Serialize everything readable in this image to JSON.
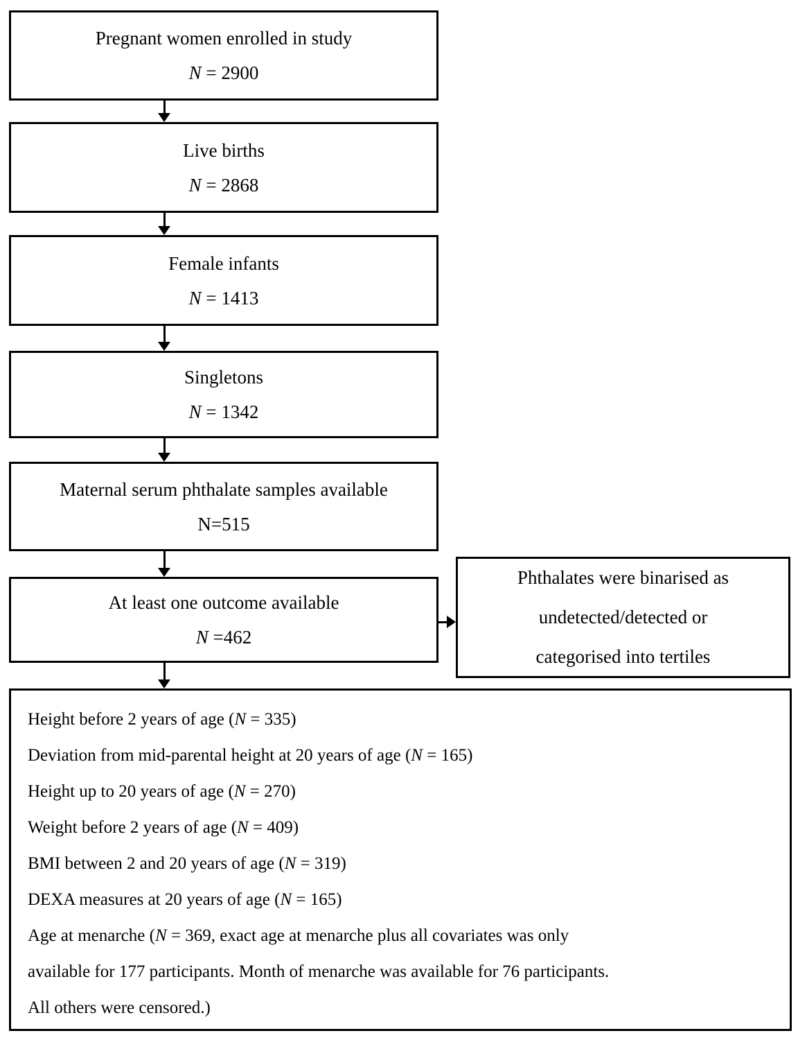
{
  "page": {
    "background_color": "#ffffff",
    "ink_color": "#000000",
    "diagram_type": "study-flow-diagram"
  },
  "flow_boxes": [
    {
      "label": "Pregnant women enrolled in study",
      "n_label": "N",
      "n_rest": " = 2900",
      "n_class": "n-italic"
    },
    {
      "label": "Live births",
      "n_label": "N",
      "n_rest": " = 2868",
      "n_class": "n-italic"
    },
    {
      "label": "Female infants",
      "n_label": "N",
      "n_rest": " = 1413",
      "n_class": "n-italic"
    },
    {
      "label": "Singletons",
      "n_label": "N",
      "n_rest": " = 1342",
      "n_class": "n-italic"
    },
    {
      "label": "Maternal serum phthalate samples available",
      "n_label": "N",
      "n_rest": "=515",
      "n_class": "n-upright"
    },
    {
      "label": "At least one outcome available",
      "n_label": "N",
      "n_rest": " =462",
      "n_class": "n-italic"
    }
  ],
  "side_box": {
    "lines": [
      "Phthalates were binarised as",
      "undetected/detected or",
      "categorised into tertiles"
    ]
  },
  "outcomes_box": {
    "lines": [
      {
        "pre": "Height before 2 years of age (",
        "n": "N",
        "post": " = 335)"
      },
      {
        "pre": "Deviation from mid-parental height at 20 years of age (",
        "n": "N",
        "post": " = 165)"
      },
      {
        "pre": "Height up to 20 years of age (",
        "n": "N",
        "post": " = 270)"
      },
      {
        "pre": "Weight before 2 years of age (",
        "n": "N",
        "post": " = 409)"
      },
      {
        "pre": "BMI between 2 and 20 years of age (",
        "n": "N",
        "post": " = 319)"
      },
      {
        "pre": "DEXA measures at 20 years of age (",
        "n": "N",
        "post": " = 165)"
      },
      {
        "pre": "Age at menarche (",
        "n": "N",
        "post": " = 369, exact age at menarche plus all covariates was only"
      },
      {
        "pre": "available for 177 participants. Month of menarche was available for 76 participants.",
        "n": "",
        "post": ""
      },
      {
        "pre": "All others were censored.)",
        "n": "",
        "post": ""
      }
    ]
  }
}
